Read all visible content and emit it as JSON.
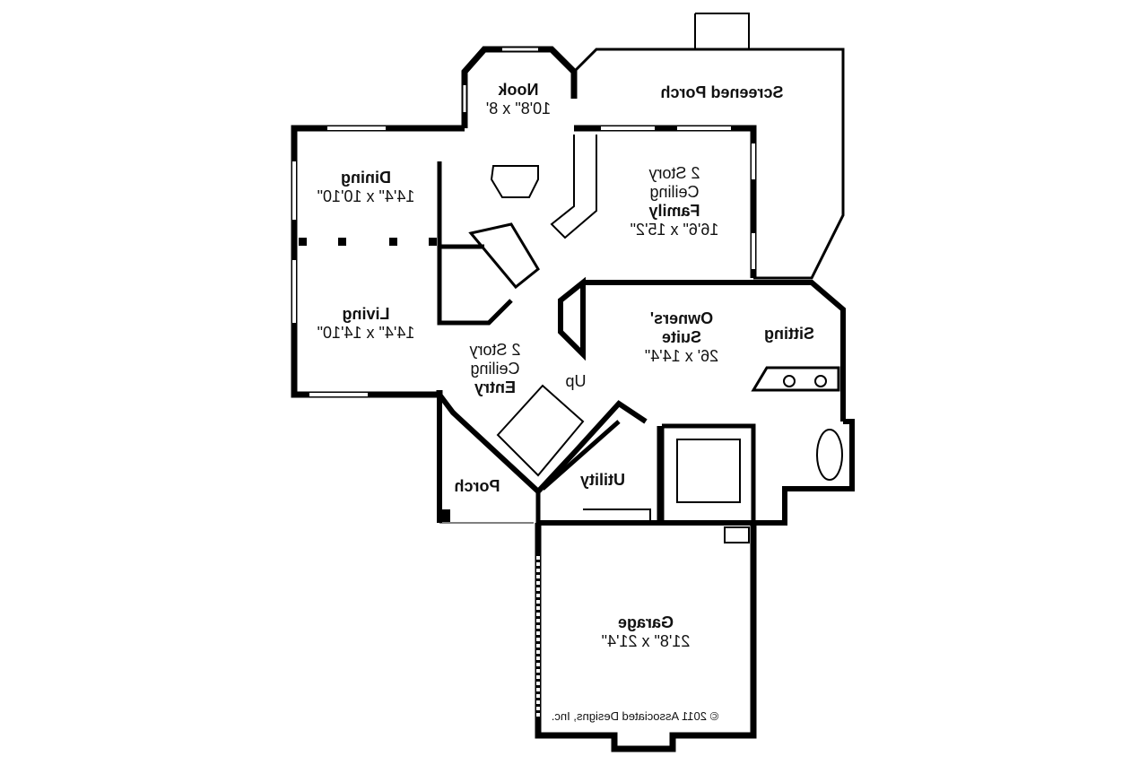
{
  "plan": {
    "rooms": [
      {
        "id": "nook",
        "name": "Nook",
        "size": "10'8\" x 8'"
      },
      {
        "id": "screened-porch",
        "name": "Screened Porch"
      },
      {
        "id": "dining",
        "name": "Dining",
        "size": "14'4\" x 10'10\""
      },
      {
        "id": "family",
        "note1": "2 Story",
        "note2": "Ceiling",
        "name": "Family",
        "size": "16'6\" x 15'2\""
      },
      {
        "id": "living",
        "name": "Living",
        "size": "14'4\" x 14'10\""
      },
      {
        "id": "owners-suite",
        "name": "Owners'",
        "name2": "Suite",
        "size": "26' x 14'4\""
      },
      {
        "id": "sitting",
        "name": "Sitting"
      },
      {
        "id": "entry",
        "note1": "2 Story",
        "note2": "Ceiling",
        "name": "Entry"
      },
      {
        "id": "utility",
        "name": "Utility"
      },
      {
        "id": "porch",
        "name": "Porch"
      },
      {
        "id": "garage",
        "name": "Garage",
        "size": "21'8\" x 21'4\""
      }
    ],
    "stair_label": "Up",
    "copyright": "© 2011 Associated Designs, Inc.",
    "mirrored": true,
    "wall_color": "#000000"
  }
}
